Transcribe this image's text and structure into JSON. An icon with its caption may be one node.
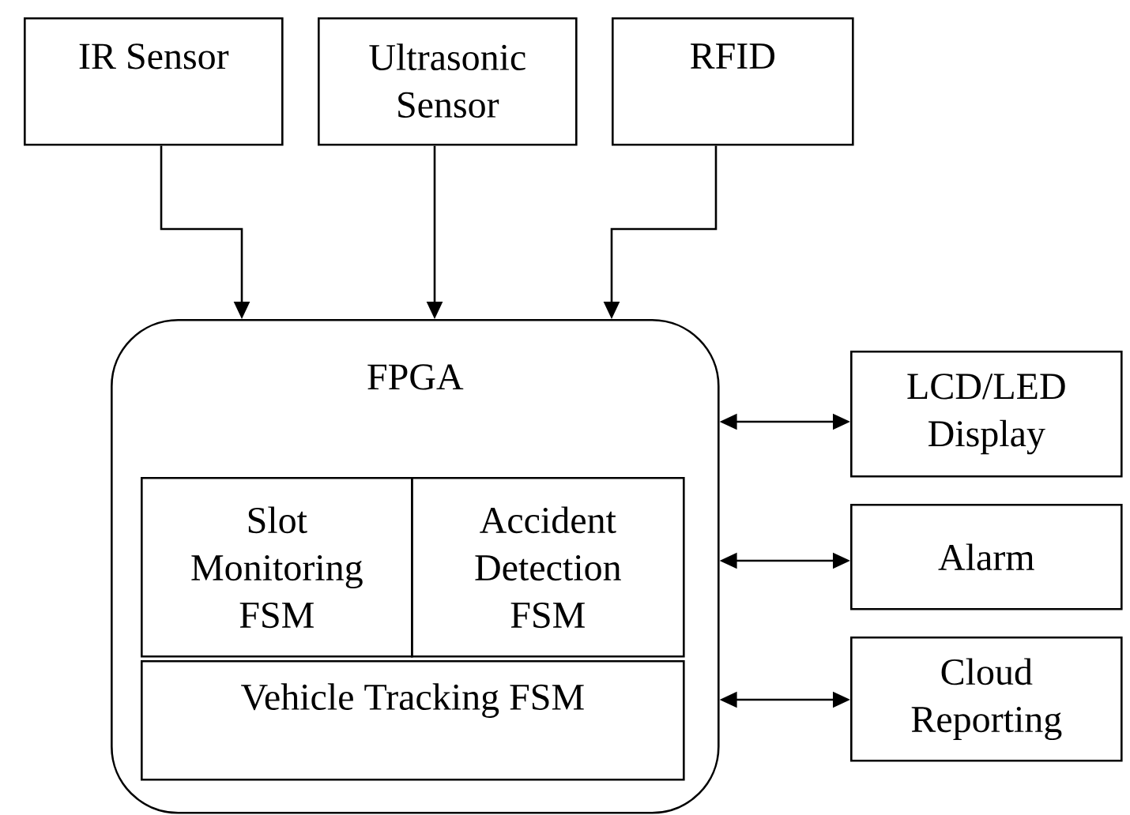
{
  "diagram": {
    "nodes": [
      {
        "text": [
          "IR Sensor"
        ]
      },
      {
        "text": [
          "Ultrasonic Sensor"
        ]
      },
      {
        "text": [
          "RFID"
        ]
      },
      {
        "text": [
          "FPGA"
        ]
      },
      {
        "text": [
          "Slot Monitoring FSM"
        ],
        "in": 3
      },
      {
        "text": [
          "Accident Detection FSM"
        ],
        "in": 3
      },
      {
        "text": [
          "Vehicle Tracking FSM"
        ],
        "in": 3
      },
      {
        "text": [
          "LCD/LED Display"
        ]
      },
      {
        "text": [
          "Alarm"
        ]
      },
      {
        "text": [
          "Cloud Reporting"
        ]
      }
    ],
    "edges": [
      {
        "from": 0,
        "to": 3,
        "arrow": "to"
      },
      {
        "from": 1,
        "to": 3,
        "arrow": "to"
      },
      {
        "from": 2,
        "to": 3,
        "arrow": "to"
      },
      {
        "from": 3,
        "to": 7,
        "arrow": "both"
      },
      {
        "from": 3,
        "to": 8,
        "arrow": "both"
      },
      {
        "from": 3,
        "to": 9,
        "arrow": "both"
      }
    ]
  }
}
